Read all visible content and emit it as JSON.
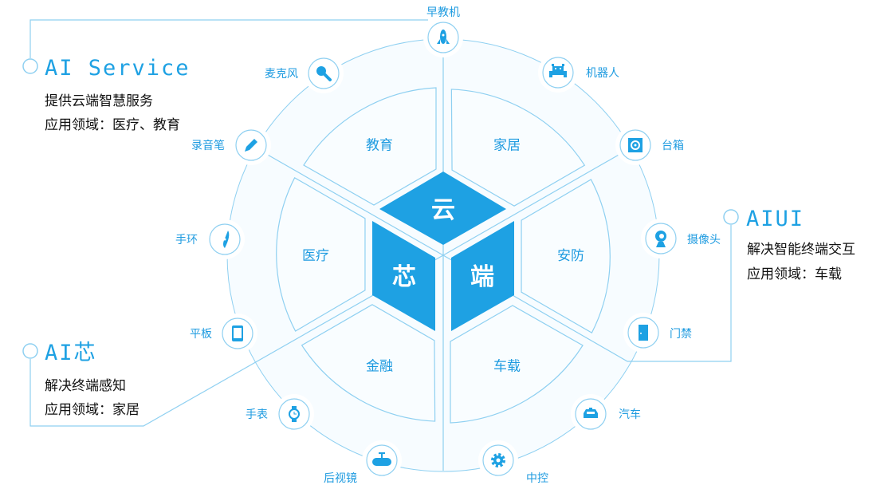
{
  "colors": {
    "accent": "#1ea1e3",
    "line": "#8fd0f1",
    "fill": "#f7fcff",
    "text": "#111111"
  },
  "center": {
    "top": "云",
    "left": "芯",
    "right": "端"
  },
  "sectors": [
    "教育",
    "家居",
    "安防",
    "车载",
    "金融",
    "医疗"
  ],
  "devices": [
    {
      "label": "早教机",
      "icon": "rocket-icon"
    },
    {
      "label": "机器人",
      "icon": "robot-icon"
    },
    {
      "label": "台箱",
      "icon": "speaker-icon"
    },
    {
      "label": "摄像头",
      "icon": "webcam-icon"
    },
    {
      "label": "门禁",
      "icon": "door-icon"
    },
    {
      "label": "汽车",
      "icon": "car-icon"
    },
    {
      "label": "中控",
      "icon": "gear-icon"
    },
    {
      "label": "后视镜",
      "icon": "rearview-mirror-icon"
    },
    {
      "label": "手表",
      "icon": "watch-icon"
    },
    {
      "label": "平板",
      "icon": "tablet-icon"
    },
    {
      "label": "手环",
      "icon": "wristband-icon"
    },
    {
      "label": "录音笔",
      "icon": "pencil-icon"
    },
    {
      "label": "麦克风",
      "icon": "microphone-icon"
    }
  ],
  "callouts": {
    "service": {
      "title": "AI Service",
      "desc": "提供云端智慧服务",
      "domain": "应用领域：医疗、教育"
    },
    "aiui": {
      "title": "AIUI",
      "desc": "解决智能终端交互",
      "domain": "应用领域：车载"
    },
    "chip": {
      "title": "AI芯",
      "desc": "解决终端感知",
      "domain": "应用领域：家居"
    }
  }
}
